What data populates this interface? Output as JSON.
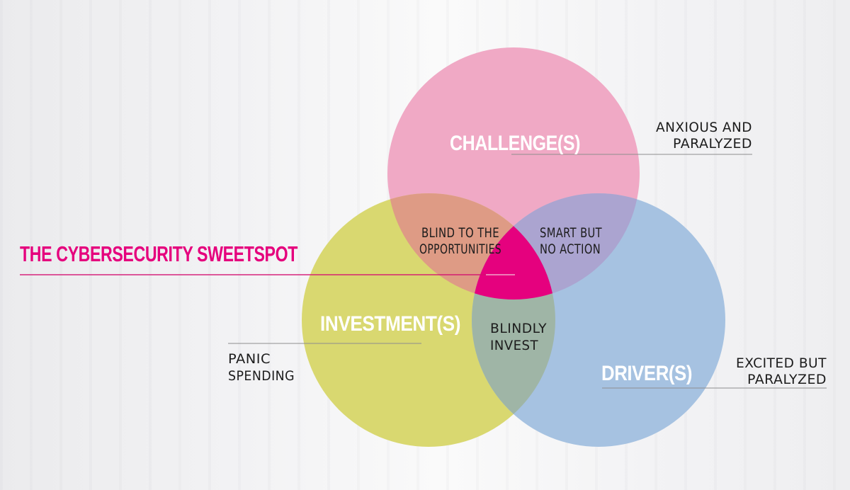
{
  "title": {
    "text": "THE CYBERSECURITY SWEETSPOT",
    "color": "#e5007d"
  },
  "circles": {
    "challenges": {
      "label": "CHALLENGE(S)",
      "color": "#f0a9c5"
    },
    "investments": {
      "label": "INVESTMENT(S)",
      "color": "#d9d870"
    },
    "drivers": {
      "label": "DRIVER(S)",
      "color": "#a6c2e1"
    }
  },
  "overlaps": {
    "challenges_investments": {
      "lines": [
        "BLIND TO THE",
        "OPPORTUNITIES"
      ],
      "color": "#de9b85"
    },
    "challenges_drivers": {
      "lines": [
        "SMART BUT",
        "NO ACTION"
      ],
      "color": "#aba4d0"
    },
    "investments_drivers": {
      "lines": [
        "BLINDLY",
        "INVEST"
      ],
      "color": "#9fb5a6"
    },
    "sweetspot": {
      "color": "#e5017e"
    }
  },
  "annotations": {
    "challenges": {
      "lines": [
        "ANXIOUS AND",
        "PARALYZED"
      ]
    },
    "investments": {
      "lines": [
        "PANIC",
        "SPENDING"
      ]
    },
    "drivers": {
      "lines": [
        "EXCITED BUT",
        "PARALYZED"
      ]
    }
  },
  "leader_line_color": "#8e8e8e",
  "sweetspot_line_color": "#d40f70"
}
